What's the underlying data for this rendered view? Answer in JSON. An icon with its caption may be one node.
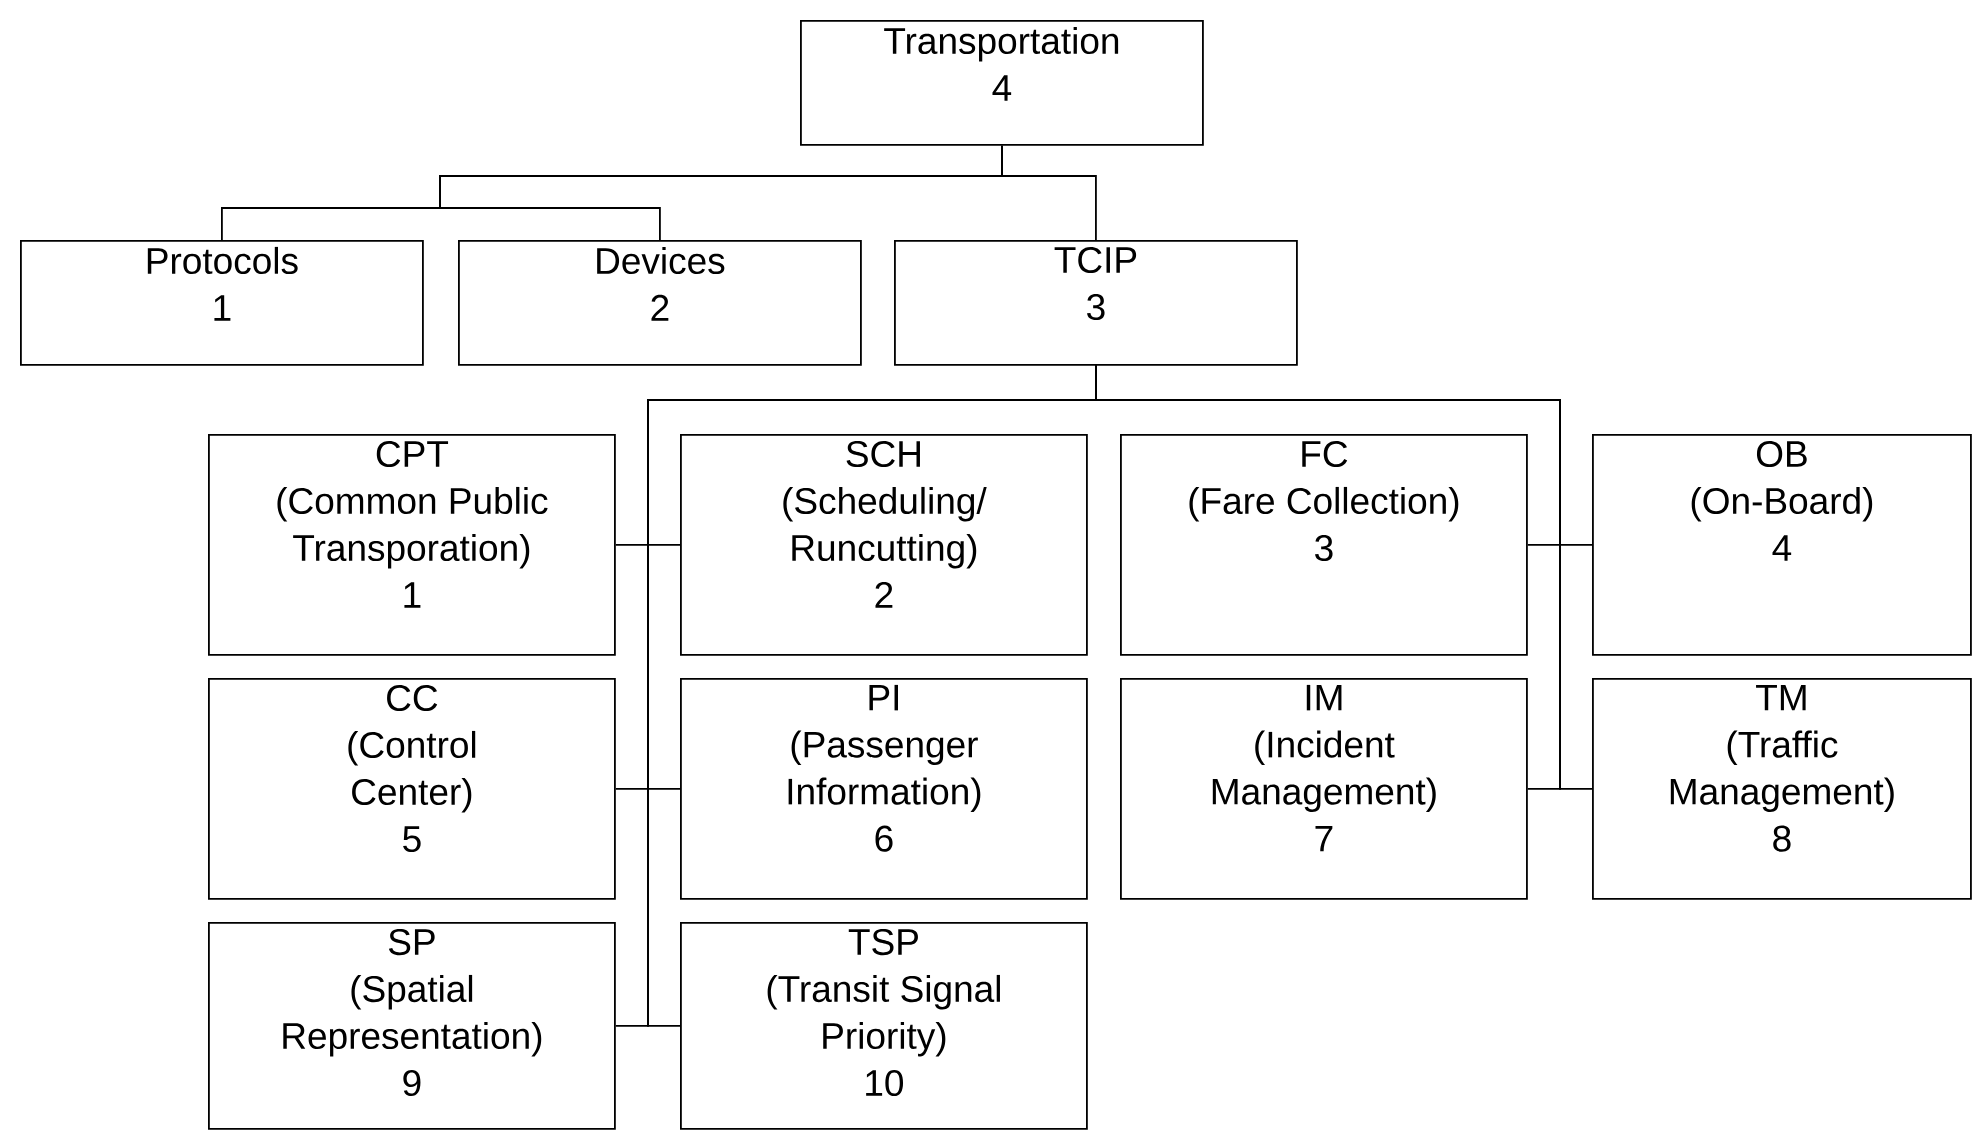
{
  "diagram": {
    "nodes": [
      {
        "text": [
          "Transportation",
          "4"
        ]
      },
      {
        "text": [
          "Protocols",
          "1"
        ]
      },
      {
        "text": [
          "Devices",
          "2"
        ]
      },
      {
        "text": [
          "TCIP",
          "3"
        ]
      },
      {
        "text": [
          "CPT",
          "(Common Public Transporation)",
          "1"
        ]
      },
      {
        "text": [
          "SCH",
          "(Scheduling/ Runcutting)",
          "2"
        ]
      },
      {
        "text": [
          "FC",
          "(Fare Collection)",
          "3"
        ]
      },
      {
        "text": [
          "OB",
          "(On-Board)",
          "4"
        ]
      },
      {
        "text": [
          "CC",
          "(Control Center)",
          "5"
        ]
      },
      {
        "text": [
          "PI",
          "(Passenger Information)",
          "6"
        ]
      },
      {
        "text": [
          "IM",
          "(Incident Management)",
          "7"
        ]
      },
      {
        "text": [
          "TM",
          "(Traffic Management)",
          "8"
        ]
      },
      {
        "text": [
          "SP",
          "(Spatial Representation)",
          "9"
        ]
      },
      {
        "text": [
          "TSP",
          "(Transit Signal Priority)",
          "10"
        ]
      }
    ],
    "edges": [
      {
        "from": 0,
        "to": 1,
        "arrow": "none"
      },
      {
        "from": 0,
        "to": 2,
        "arrow": "none"
      },
      {
        "from": 0,
        "to": 3,
        "arrow": "none"
      },
      {
        "from": 3,
        "to": 4,
        "arrow": "none"
      },
      {
        "from": 3,
        "to": 5,
        "arrow": "none"
      },
      {
        "from": 3,
        "to": 6,
        "arrow": "none"
      },
      {
        "from": 3,
        "to": 7,
        "arrow": "none"
      },
      {
        "from": 3,
        "to": 8,
        "arrow": "none"
      },
      {
        "from": 3,
        "to": 9,
        "arrow": "none"
      },
      {
        "from": 3,
        "to": 10,
        "arrow": "none"
      },
      {
        "from": 3,
        "to": 11,
        "arrow": "none"
      },
      {
        "from": 3,
        "to": 12,
        "arrow": "none"
      },
      {
        "from": 3,
        "to": 13,
        "arrow": "none"
      }
    ]
  }
}
